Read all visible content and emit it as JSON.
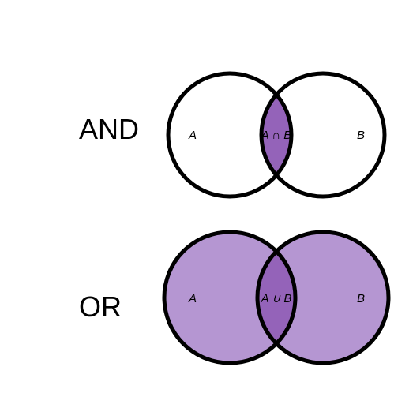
{
  "diagrams": {
    "and": {
      "operation_label": "AND",
      "set_a_label": "A",
      "set_b_label": "B",
      "overlap_label": "A ∩ B",
      "shaded_region": "intersection"
    },
    "or": {
      "operation_label": "OR",
      "set_a_label": "A",
      "set_b_label": "B",
      "overlap_label": "A ∪ B",
      "shaded_region": "union"
    }
  },
  "colors": {
    "outline": "#000000",
    "union_fill": "#b596d2",
    "intersection_fill": "#9463b9",
    "background": "#ffffff"
  }
}
